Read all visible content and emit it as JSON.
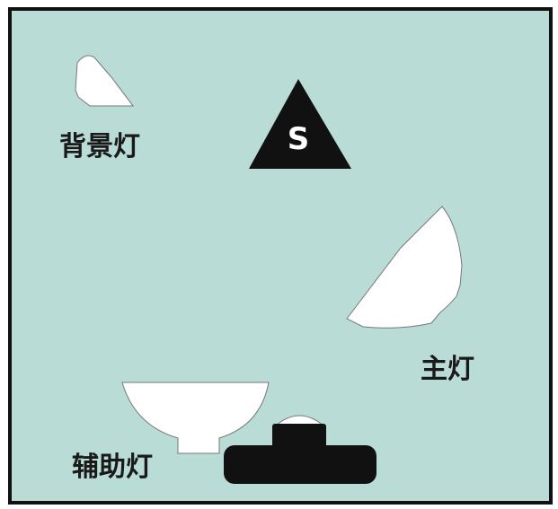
{
  "diagram": {
    "background_color": "#b9dcd6",
    "border_color": "#111111",
    "lamp_fill": "#ffffff",
    "dark_fill": "#111111",
    "labels": {
      "background_light": "背景灯",
      "key_light": "主灯",
      "fill_light": "辅助灯"
    },
    "subject": {
      "letter": "S",
      "icon": "triangle-subject-icon"
    },
    "camera": {
      "icon": "camera-icon"
    }
  }
}
